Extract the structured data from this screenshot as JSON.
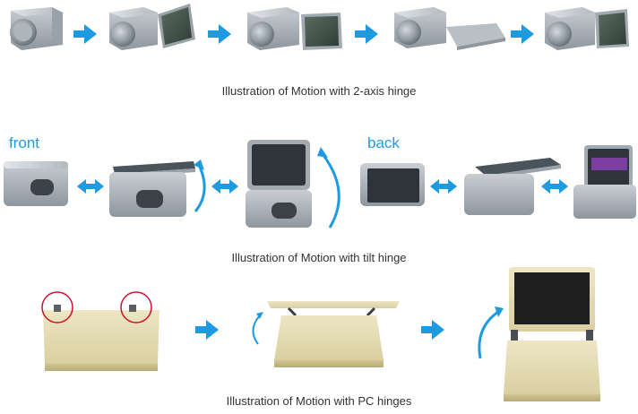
{
  "captions": {
    "two_axis": "Illustration of Motion with 2-axis hinge",
    "tilt": "Illustration of Motion with tilt hinge",
    "pc": "Illustration of Motion with PC hinges"
  },
  "labels": {
    "front": "front",
    "back": "back"
  },
  "colors": {
    "arrow_blue": "#1e9be0",
    "label_blue": "#1e9be0",
    "highlight_circle": "#c8102e"
  },
  "icons": [
    "right-arrow-icon",
    "double-arrow-icon",
    "curved-arrow-icon"
  ]
}
